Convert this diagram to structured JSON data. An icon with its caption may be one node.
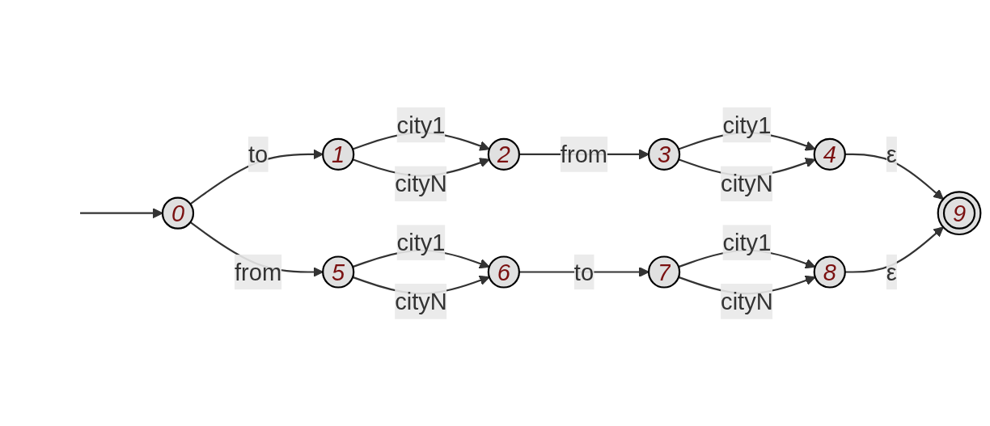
{
  "diagram": {
    "nodes": [
      {
        "text": [
          "0"
        ]
      },
      {
        "text": [
          "1"
        ]
      },
      {
        "text": [
          "2"
        ]
      },
      {
        "text": [
          "3"
        ]
      },
      {
        "text": [
          "4"
        ]
      },
      {
        "text": [
          "5"
        ]
      },
      {
        "text": [
          "6"
        ]
      },
      {
        "text": [
          "7"
        ]
      },
      {
        "text": [
          "8"
        ]
      },
      {
        "text": [
          "9"
        ]
      }
    ],
    "edges": [
      {
        "from": null,
        "to": 0,
        "arrow": "to"
      },
      {
        "from": 0,
        "to": 1,
        "arrow": "to",
        "label": "to"
      },
      {
        "from": 0,
        "to": 5,
        "arrow": "to",
        "label": "from"
      },
      {
        "from": 1,
        "to": 2,
        "arrow": "to",
        "label": "city1"
      },
      {
        "from": 1,
        "to": 2,
        "arrow": "to",
        "label": "cityN"
      },
      {
        "from": 2,
        "to": 3,
        "arrow": "to",
        "label": "from"
      },
      {
        "from": 3,
        "to": 4,
        "arrow": "to",
        "label": "city1"
      },
      {
        "from": 3,
        "to": 4,
        "arrow": "to",
        "label": "cityN"
      },
      {
        "from": 4,
        "to": 9,
        "arrow": "to",
        "label": "ε"
      },
      {
        "from": 5,
        "to": 6,
        "arrow": "to",
        "label": "city1"
      },
      {
        "from": 5,
        "to": 6,
        "arrow": "to",
        "label": "cityN"
      },
      {
        "from": 6,
        "to": 7,
        "arrow": "to",
        "label": "to"
      },
      {
        "from": 7,
        "to": 8,
        "arrow": "to",
        "label": "city1"
      },
      {
        "from": 7,
        "to": 8,
        "arrow": "to",
        "label": "cityN"
      },
      {
        "from": 8,
        "to": 9,
        "arrow": "to",
        "label": "ε"
      }
    ]
  }
}
